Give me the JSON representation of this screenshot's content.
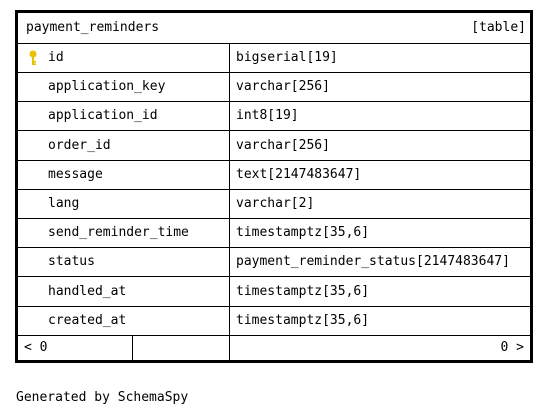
{
  "table": {
    "name": "payment_reminders",
    "kind": "[table]",
    "columns": [
      {
        "name": "id",
        "type": "bigserial[19]",
        "primary_key": true
      },
      {
        "name": "application_key",
        "type": "varchar[256]"
      },
      {
        "name": "application_id",
        "type": "int8[19]"
      },
      {
        "name": "order_id",
        "type": "varchar[256]"
      },
      {
        "name": "message",
        "type": "text[2147483647]"
      },
      {
        "name": "lang",
        "type": "varchar[2]"
      },
      {
        "name": "send_reminder_time",
        "type": "timestamptz[35,6]"
      },
      {
        "name": "status",
        "type": "payment_reminder_status[2147483647]"
      },
      {
        "name": "handled_at",
        "type": "timestamptz[35,6]"
      },
      {
        "name": "created_at",
        "type": "timestamptz[35,6]"
      }
    ],
    "footer": {
      "parents": "< 0",
      "children": "0 >"
    },
    "key_icon": "key-icon",
    "key_icon_color": "#e8c200"
  },
  "footer_text": "Generated by SchemaSpy"
}
